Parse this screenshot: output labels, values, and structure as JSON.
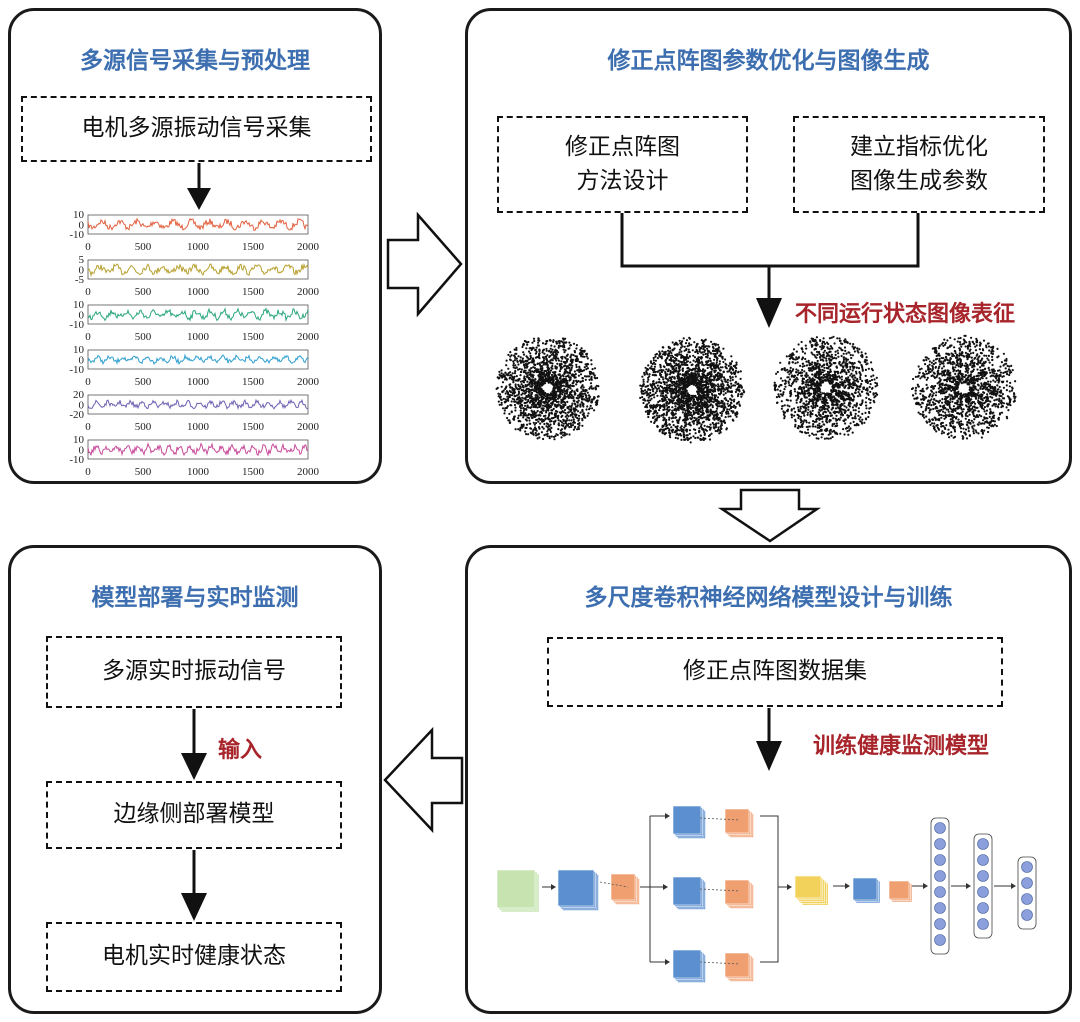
{
  "panel_tl": {
    "title": "多源信号采集与预处理",
    "box": "电机多源振动信号采集",
    "signal_plots": [
      {
        "yticks": [
          "10",
          "0",
          "-10"
        ],
        "color": "#e2603f"
      },
      {
        "yticks": [
          "5",
          "0",
          "-5"
        ],
        "color": "#b7a02e"
      },
      {
        "yticks": [
          "10",
          "0",
          "-10"
        ],
        "color": "#2aa67f"
      },
      {
        "yticks": [
          "10",
          "0",
          "-10"
        ],
        "color": "#2f9fd0"
      },
      {
        "yticks": [
          "20",
          "0",
          "-20"
        ],
        "color": "#6e62b3"
      },
      {
        "yticks": [
          "10",
          "0",
          "-10"
        ],
        "color": "#c84b9a"
      }
    ],
    "xticks": [
      "0",
      "500",
      "1000",
      "1500",
      "2000"
    ]
  },
  "panel_tr": {
    "title": "修正点阵图参数优化与图像生成",
    "box_left_line1": "修正点阵图",
    "box_left_line2": "方法设计",
    "box_right_line1": "建立指标优化",
    "box_right_line2": "图像生成参数",
    "red_label": "不同运行状态图像表征"
  },
  "panel_br": {
    "title": "多尺度卷积神经网络模型设计与训练",
    "box": "修正点阵图数据集",
    "red_label": "训练健康监测模型"
  },
  "panel_bl": {
    "title": "模型部署与实时监测",
    "box1": "多源实时振动信号",
    "red_label": "输入",
    "box2": "边缘侧部署模型",
    "box3": "电机实时健康状态"
  },
  "colors": {
    "title_blue": "#3d6fb0",
    "label_red": "#a8242b",
    "cnn_input": "#c6e3b0",
    "cnn_blue": "#5b8fcf",
    "cnn_orange": "#f0a070",
    "cnn_yellow": "#f2d25a",
    "cnn_node": "#8a9fdc"
  }
}
